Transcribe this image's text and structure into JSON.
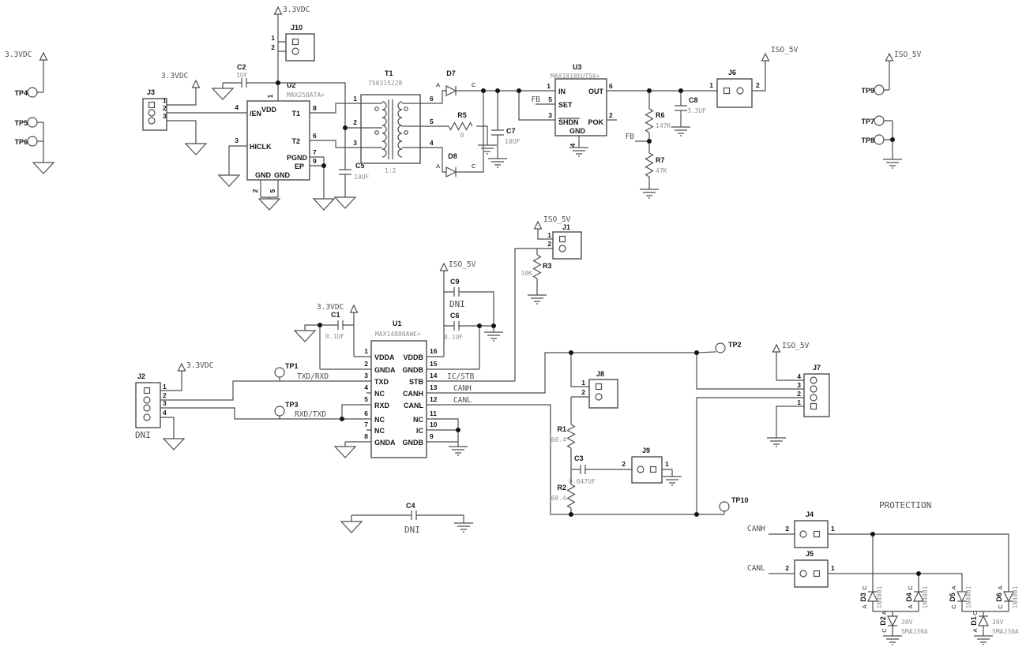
{
  "nets": {
    "v33": "3.3VDC",
    "iso5": "ISO_5V",
    "fb": "FB",
    "txdrxd": "TXD/RXD",
    "rxdtxd": "RXD/TXD",
    "icstb": "IC/STB",
    "canh": "CANH",
    "canl": "CANL",
    "dni": "DNI",
    "protection": "PROTECTION"
  },
  "pin_numbers": {
    "n1": "1",
    "n2": "2",
    "n3": "3",
    "n4": "4",
    "n5": "5",
    "n6": "6",
    "n7": "7",
    "n8": "8",
    "n9": "9",
    "n10": "10",
    "n11": "11",
    "n12": "12",
    "n13": "13",
    "n14": "14",
    "n15": "15",
    "n16": "16"
  },
  "marks": {
    "a": "A",
    "c": "C"
  },
  "tps": {
    "tp1": "TP1",
    "tp2": "TP2",
    "tp3": "TP3",
    "tp4": "TP4",
    "tp5": "TP5",
    "tp6": "TP6",
    "tp7": "TP7",
    "tp8": "TP8",
    "tp9": "TP9",
    "tp10": "TP10"
  },
  "components": {
    "u1": {
      "ref": "U1",
      "part": "MAX14880AWE+",
      "pins": {
        "vdda": "VDDA",
        "gnda": "GNDA",
        "txd": "TXD",
        "nc": "NC",
        "rxd": "RXD",
        "vddb": "VDDB",
        "gndb": "GNDB",
        "stb": "STB",
        "canh": "CANH",
        "canl": "CANL",
        "ic": "IC"
      }
    },
    "u2": {
      "ref": "U2",
      "part": "MAX258ATA+",
      "pins": {
        "vdd": "VDD",
        "en": "/EN",
        "hiclk": "HICLK",
        "t1": "T1",
        "t2": "T2",
        "pgnd": "PGND",
        "ep": "EP",
        "gnd": "GND"
      }
    },
    "u3": {
      "ref": "U3",
      "part": "MAX1818EUT50+",
      "pins": {
        "in": "IN",
        "set": "SET",
        "shdn": "SHDN",
        "out": "OUT",
        "pok": "POK",
        "gnd": "GND"
      }
    },
    "t1": {
      "ref": "T1",
      "part": "750315228",
      "ratio": "1:2"
    },
    "r1": {
      "ref": "R1",
      "value": "60.4"
    },
    "r2": {
      "ref": "R2",
      "value": "60.4"
    },
    "r3": {
      "ref": "R3",
      "value": "10K"
    },
    "r5": {
      "ref": "R5",
      "value": "0"
    },
    "r6": {
      "ref": "R6",
      "value": "147K"
    },
    "r7": {
      "ref": "R7",
      "value": "47K"
    },
    "c1": {
      "ref": "C1",
      "value": "0.1UF"
    },
    "c2": {
      "ref": "C2",
      "value": "1UF"
    },
    "c3": {
      "ref": "C3",
      "value": "0.047UF"
    },
    "c4": {
      "ref": "C4",
      "value": "DNI"
    },
    "c5": {
      "ref": "C5",
      "value": "10UF"
    },
    "c6": {
      "ref": "C6",
      "value": "0.1UF"
    },
    "c7": {
      "ref": "C7",
      "value": "10UF"
    },
    "c8": {
      "ref": "C8",
      "value": "3.3UF"
    },
    "c9": {
      "ref": "C9",
      "value": "DNI"
    },
    "d1": {
      "ref": "D1",
      "part": "SMAJ30A",
      "value": "30V"
    },
    "d2": {
      "ref": "D2",
      "part": "SMAJ30A",
      "value": "30V"
    },
    "d3": {
      "ref": "D3",
      "part": "1N4001"
    },
    "d4": {
      "ref": "D4",
      "part": "1N4001"
    },
    "d5": {
      "ref": "D5",
      "part": "1N4001"
    },
    "d6": {
      "ref": "D6",
      "part": "1N4001"
    },
    "d7": {
      "ref": "D7"
    },
    "d8": {
      "ref": "D8"
    },
    "j1": {
      "ref": "J1"
    },
    "j2": {
      "ref": "J2"
    },
    "j3": {
      "ref": "J3"
    },
    "j4": {
      "ref": "J4"
    },
    "j5": {
      "ref": "J5"
    },
    "j6": {
      "ref": "J6"
    },
    "j7": {
      "ref": "J7"
    },
    "j8": {
      "ref": "J8"
    },
    "j9": {
      "ref": "J9"
    },
    "j10": {
      "ref": "J10"
    }
  }
}
